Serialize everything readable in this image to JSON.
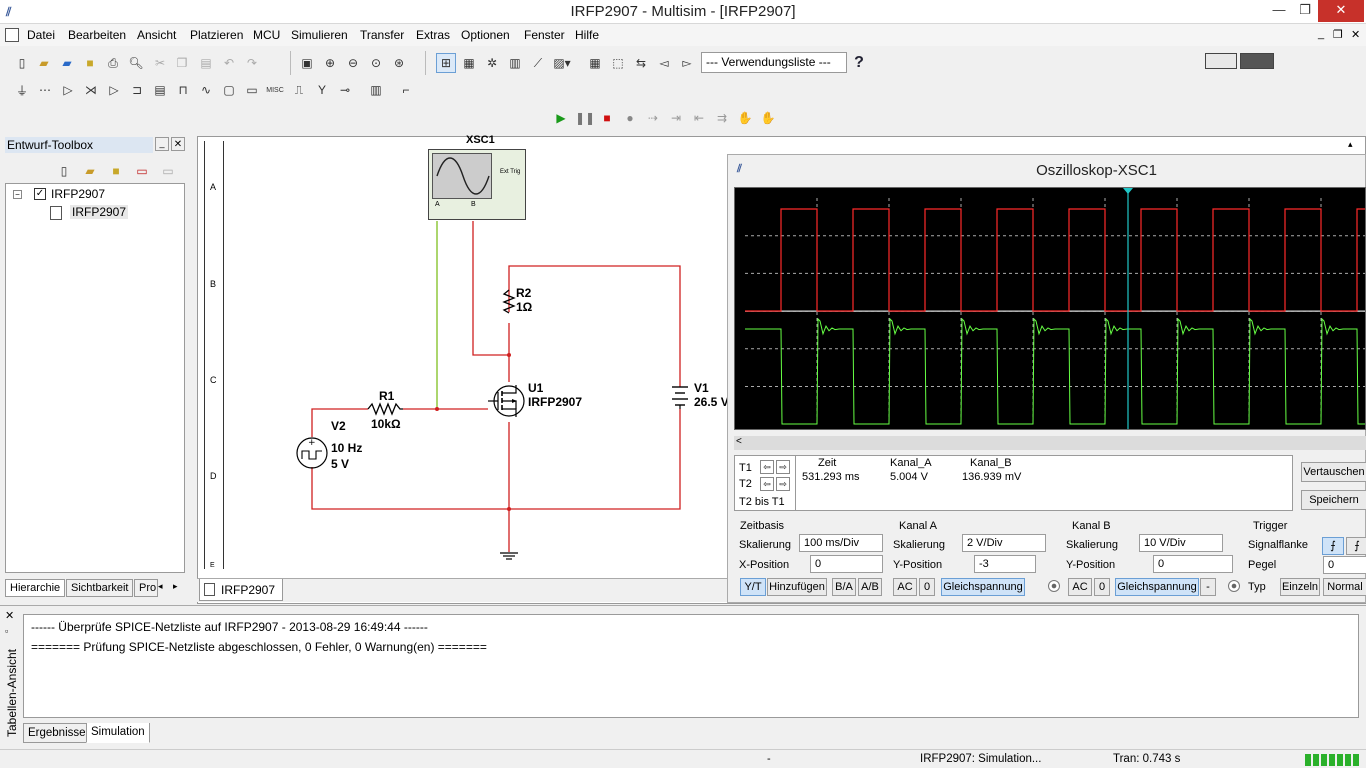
{
  "window": {
    "title": "IRFP2907 - Multisim - [IRFP2907]",
    "min": "—",
    "max": "❐",
    "close": "✕"
  },
  "menu": [
    "Datei",
    "Bearbeiten",
    "Ansicht",
    "Platzieren",
    "MCU",
    "Simulieren",
    "Transfer",
    "Extras",
    "Optionen",
    "Fenster",
    "Hilfe"
  ],
  "toolbar": {
    "usage_list": "--- Verwendungsliste ---",
    "help": "?"
  },
  "toolbox": {
    "title": "Entwurf-Toolbox",
    "tree_root": "IRFP2907",
    "tree_child": "IRFP2907",
    "tabs": [
      "Hierarchie",
      "Sichtbarkeit",
      "Pro"
    ]
  },
  "schematic": {
    "rows": [
      "A",
      "B",
      "C",
      "D",
      "E"
    ],
    "tab": "IRFP2907",
    "xsc_label": "XSC1",
    "ext_trig": "Ext Trig",
    "ch_a": "A",
    "ch_b": "B",
    "r2_name": "R2",
    "r2_val": "1Ω",
    "u1_name": "U1",
    "u1_part": "IRFP2907",
    "r1_name": "R1",
    "r1_val": "10kΩ",
    "v2_name": "V2",
    "v2_freq": "10 Hz",
    "v2_amp": "5 V",
    "v1_name": "V1",
    "v1_val": "26.5 V"
  },
  "scope": {
    "title": "Oszilloskop-XSC1",
    "readout": {
      "t1": "T1",
      "t2": "T2",
      "t2_t1": "T2 bis T1",
      "col_time": "Zeit",
      "col_a": "Kanal_A",
      "col_b": "Kanal_B",
      "time": "531.293 ms",
      "a": "5.004 V",
      "b": "136.939 mV"
    },
    "buttons": {
      "swap": "Vertauschen",
      "save": "Speichern"
    },
    "timebase": {
      "title": "Zeitbasis",
      "scale_label": "Skalierung",
      "scale": "100 ms/Div",
      "xpos_label": "X-Position",
      "xpos": "0",
      "yt": "Y/T",
      "add": "Hinzufügen",
      "ba": "B/A",
      "ab": "A/B"
    },
    "chan_a": {
      "title": "Kanal A",
      "scale_label": "Skalierung",
      "scale": "2  V/Div",
      "ypos_label": "Y-Position",
      "ypos": "-3",
      "ac": "AC",
      "zero": "0",
      "dc": "Gleichspannung"
    },
    "chan_b": {
      "title": "Kanal B",
      "scale_label": "Skalierung",
      "scale": "10  V/Div",
      "ypos_label": "Y-Position",
      "ypos": "0",
      "ac": "AC",
      "zero": "0",
      "dc": "Gleichspannung",
      "minus": "-"
    },
    "trigger": {
      "title": "Trigger",
      "edge_label": "Signalflanke",
      "level_label": "Pegel",
      "level": "0",
      "type_label": "Typ",
      "single": "Einzeln",
      "normal": "Normal"
    },
    "trace_a_color": "#ff2a2a",
    "trace_b_color": "#66ff44",
    "cursor_color": "#20c8c8"
  },
  "output": {
    "line1": "------ Überprüfe SPICE-Netzliste auf IRFP2907 - 2013-08-29 16:49:44 ------",
    "line2": "======= Prüfung SPICE-Netzliste abgeschlossen, 0 Fehler, 0 Warnung(en) =======",
    "side_title": "Tabellen-Ansicht",
    "tabs": [
      "Ergebnisse",
      "Simulation"
    ]
  },
  "status": {
    "dash": "-",
    "sim": "IRFP2907: Simulation...",
    "tran": "Tran: 0.743 s"
  }
}
